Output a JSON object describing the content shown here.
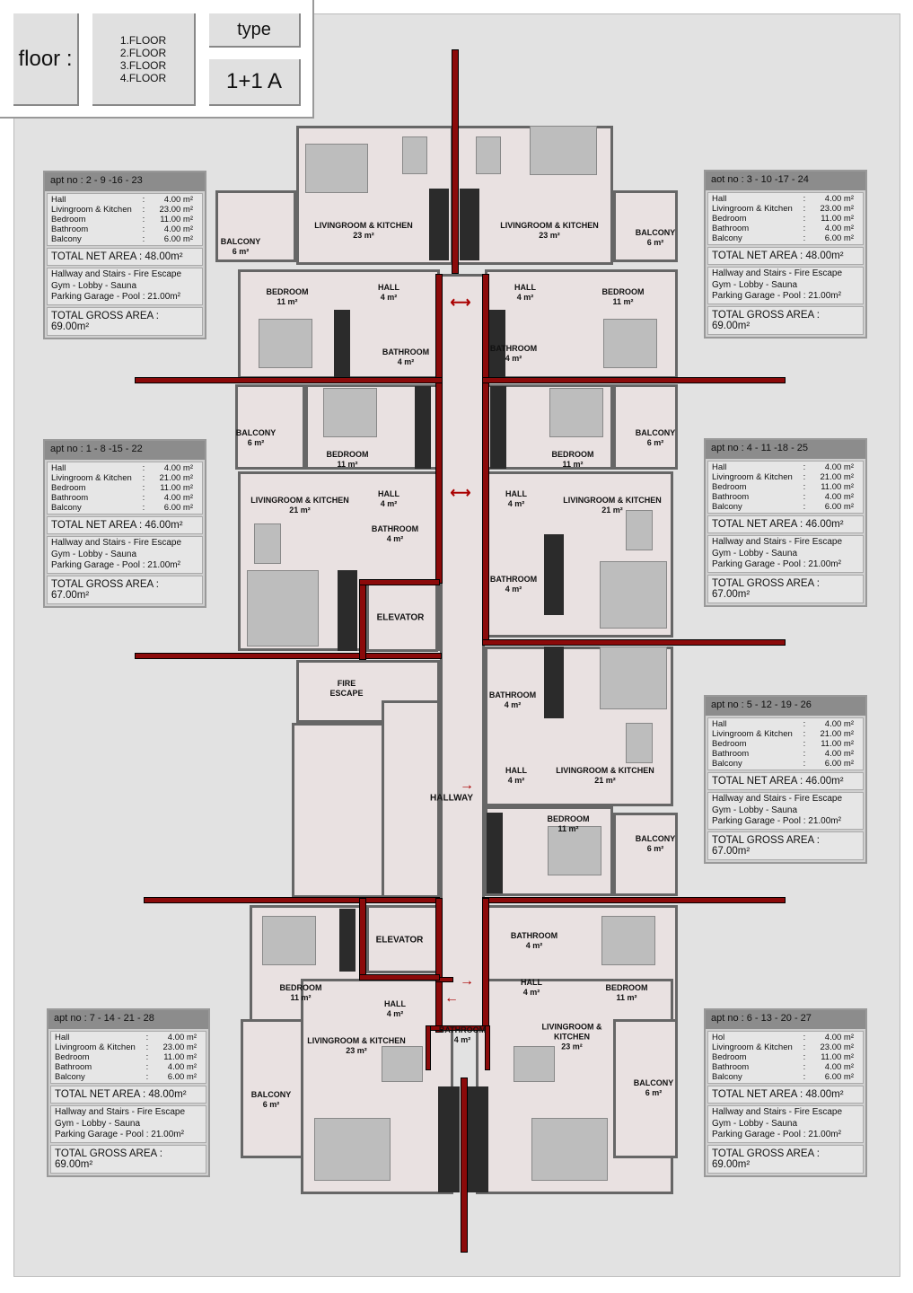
{
  "header": {
    "floor_label": "floor :",
    "floors": [
      "1.FLOOR",
      "2.FLOOR",
      "3.FLOOR",
      "4.FLOOR"
    ],
    "type_label": "type",
    "type_value": "1+1 A"
  },
  "apartments": [
    {
      "title": "apt no : 2 - 9 -16 - 23",
      "rows": [
        [
          "Hall",
          "4.00 m²"
        ],
        [
          "Livingroom & Kitchen",
          "23.00 m²"
        ],
        [
          "Bedroom",
          "11.00 m²"
        ],
        [
          "Bathroom",
          "4.00 m²"
        ],
        [
          "Balcony",
          "6.00 m²"
        ]
      ],
      "net": "TOTAL NET AREA : 48.00m²",
      "common": [
        "Hallway and Stairs - Fire Escape",
        "Gym - Lobby - Sauna",
        "Parking Garage - Pool : 21.00m²"
      ],
      "gross": "TOTAL GROSS AREA : 69.00m²"
    },
    {
      "title": "apt no : 1 - 8 -15 - 22",
      "rows": [
        [
          "Hall",
          "4.00 m²"
        ],
        [
          "Livingroom & Kitchen",
          "21.00 m²"
        ],
        [
          "Bedroom",
          "11.00 m²"
        ],
        [
          "Bathroom",
          "4.00 m²"
        ],
        [
          "Balcony",
          "6.00 m²"
        ]
      ],
      "net": "TOTAL NET AREA : 46.00m²",
      "common": [
        "Hallway and Stairs - Fire Escape",
        "Gym - Lobby - Sauna",
        "Parking Garage - Pool : 21.00m²"
      ],
      "gross": "TOTAL GROSS AREA : 67.00m²"
    },
    {
      "title": "apt no : 7 - 14 - 21 - 28",
      "rows": [
        [
          "Hall",
          "4.00 m²"
        ],
        [
          "Livingroom & Kitchen",
          "23.00 m²"
        ],
        [
          "Bedroom",
          "11.00 m²"
        ],
        [
          "Bathroom",
          "4.00 m²"
        ],
        [
          "Balcony",
          "6.00 m²"
        ]
      ],
      "net": "TOTAL NET AREA : 48.00m²",
      "common": [
        "Hallway and Stairs - Fire Escape",
        "Gym - Lobby - Sauna",
        "Parking Garage - Pool : 21.00m²"
      ],
      "gross": "TOTAL GROSS AREA : 69.00m²"
    },
    {
      "title": "aot no : 3 - 10 -17 - 24",
      "rows": [
        [
          "Hall",
          "4.00 m²"
        ],
        [
          "Livingroom & Kitchen",
          "23.00 m²"
        ],
        [
          "Bedroom",
          "11.00 m²"
        ],
        [
          "Bathroom",
          "4.00 m²"
        ],
        [
          "Balcony",
          "6.00 m²"
        ]
      ],
      "net": "TOTAL NET AREA : 48.00m²",
      "common": [
        "Hallway and Stairs - Fire Escape",
        "Gym - Lobby - Sauna",
        "Parking Garage - Pool : 21.00m²"
      ],
      "gross": "TOTAL GROSS AREA : 69.00m²"
    },
    {
      "title": "apt no : 4 - 11 -18 - 25",
      "rows": [
        [
          "Hall",
          "4.00 m²"
        ],
        [
          "Livingroom & Kitchen",
          "21.00 m²"
        ],
        [
          "Bedroom",
          "11.00 m²"
        ],
        [
          "Bathroom",
          "4.00 m²"
        ],
        [
          "Balcony",
          "6.00 m²"
        ]
      ],
      "net": "TOTAL NET AREA : 46.00m²",
      "common": [
        "Hallway and Stairs - Fire Escape",
        "Gym - Lobby - Sauna",
        "Parking Garage - Pool : 21.00m²"
      ],
      "gross": "TOTAL GROSS AREA : 67.00m²"
    },
    {
      "title": "apt no : 5 - 12 - 19 - 26",
      "rows": [
        [
          "Hall",
          "4.00 m²"
        ],
        [
          "Livingroom & Kitchen",
          "21.00 m²"
        ],
        [
          "Bedroom",
          "11.00 m²"
        ],
        [
          "Bathroom",
          "4.00 m²"
        ],
        [
          "Balcony",
          "6.00 m²"
        ]
      ],
      "net": "TOTAL NET AREA : 46.00m²",
      "common": [
        "Hallway and Stairs - Fire Escape",
        "Gym - Lobby - Sauna",
        "Parking Garage - Pool : 21.00m²"
      ],
      "gross": "TOTAL GROSS AREA : 67.00m²"
    },
    {
      "title": "apt no : 6 - 13 - 20 - 27",
      "rows": [
        [
          "Hol",
          "4.00 m²"
        ],
        [
          "Livingroom & Kitchen",
          "23.00 m²"
        ],
        [
          "Bedroom",
          "11.00 m²"
        ],
        [
          "Bathroom",
          "4.00 m²"
        ],
        [
          "Balcony",
          "6.00 m²"
        ]
      ],
      "net": "TOTAL NET AREA : 48.00m²",
      "common": [
        "Hallway and Stairs - Fire Escape",
        "Gym - Lobby - Sauna",
        "Parking Garage - Pool : 21.00m²"
      ],
      "gross": "TOTAL GROSS AREA : 69.00m²"
    }
  ],
  "rooms": [
    [
      "LIVINGROOM & KITCHEN",
      "23 m²"
    ],
    [
      "BALCONY",
      "6 m²"
    ],
    [
      "BEDROOM",
      "11 m²"
    ],
    [
      "HALL",
      "4 m²"
    ],
    [
      "BATHROOM",
      "4 m²"
    ],
    [
      "LIVINGROOM & KITCHEN",
      "23 m²"
    ],
    [
      "BALCONY",
      "6 m²"
    ],
    [
      "HALL",
      "4 m²"
    ],
    [
      "BEDROOM",
      "11 m²"
    ],
    [
      "BATHROOM",
      "4 m²"
    ],
    [
      "BALCONY",
      "6 m²"
    ],
    [
      "BEDROOM",
      "11 m²"
    ],
    [
      "LIVINGROOM & KITCHEN",
      "21 m²"
    ],
    [
      "HALL",
      "4 m²"
    ],
    [
      "BATHROOM",
      "4 m²"
    ],
    [
      "ELEVATOR",
      ""
    ],
    [
      "BALCONY",
      "6 m²"
    ],
    [
      "BEDROOM",
      "11 m²"
    ],
    [
      "HALL",
      "4 m²"
    ],
    [
      "LIVINGROOM & KITCHEN",
      "21 m²"
    ],
    [
      "BATHROOM",
      "4 m²"
    ],
    [
      "FIRE",
      "ESCAPE"
    ],
    [
      "HALLWAY",
      ""
    ],
    [
      "BATHROOM",
      "4 m²"
    ],
    [
      "HALL",
      "4 m²"
    ],
    [
      "LIVINGROOM & KITCHEN",
      "21 m²"
    ],
    [
      "BEDROOM",
      "11 m²"
    ],
    [
      "BALCONY",
      "6 m²"
    ],
    [
      "ELEVATOR",
      ""
    ],
    [
      "BEDROOM",
      "11 m²"
    ],
    [
      "HALL",
      "4 m²"
    ],
    [
      "LIVINGROOM & KITCHEN",
      "23 m²"
    ],
    [
      "BALCONY",
      "6 m²"
    ],
    [
      "BATHROOM",
      "4 m²"
    ],
    [
      "HALL",
      "4 m²"
    ],
    [
      "BEDROOM",
      "11 m²"
    ],
    [
      "BATHROOM",
      "4 m²"
    ],
    [
      "LIVINGROOM &\nKITCHEN",
      "23 m²"
    ],
    [
      "BALCONY",
      "6 m²"
    ]
  ],
  "colors": {
    "panel": "#e2e2e2",
    "room_floor": "#e9e1e1",
    "divider_red": "#8b0a0a",
    "box_header": "#8c8c8c"
  }
}
